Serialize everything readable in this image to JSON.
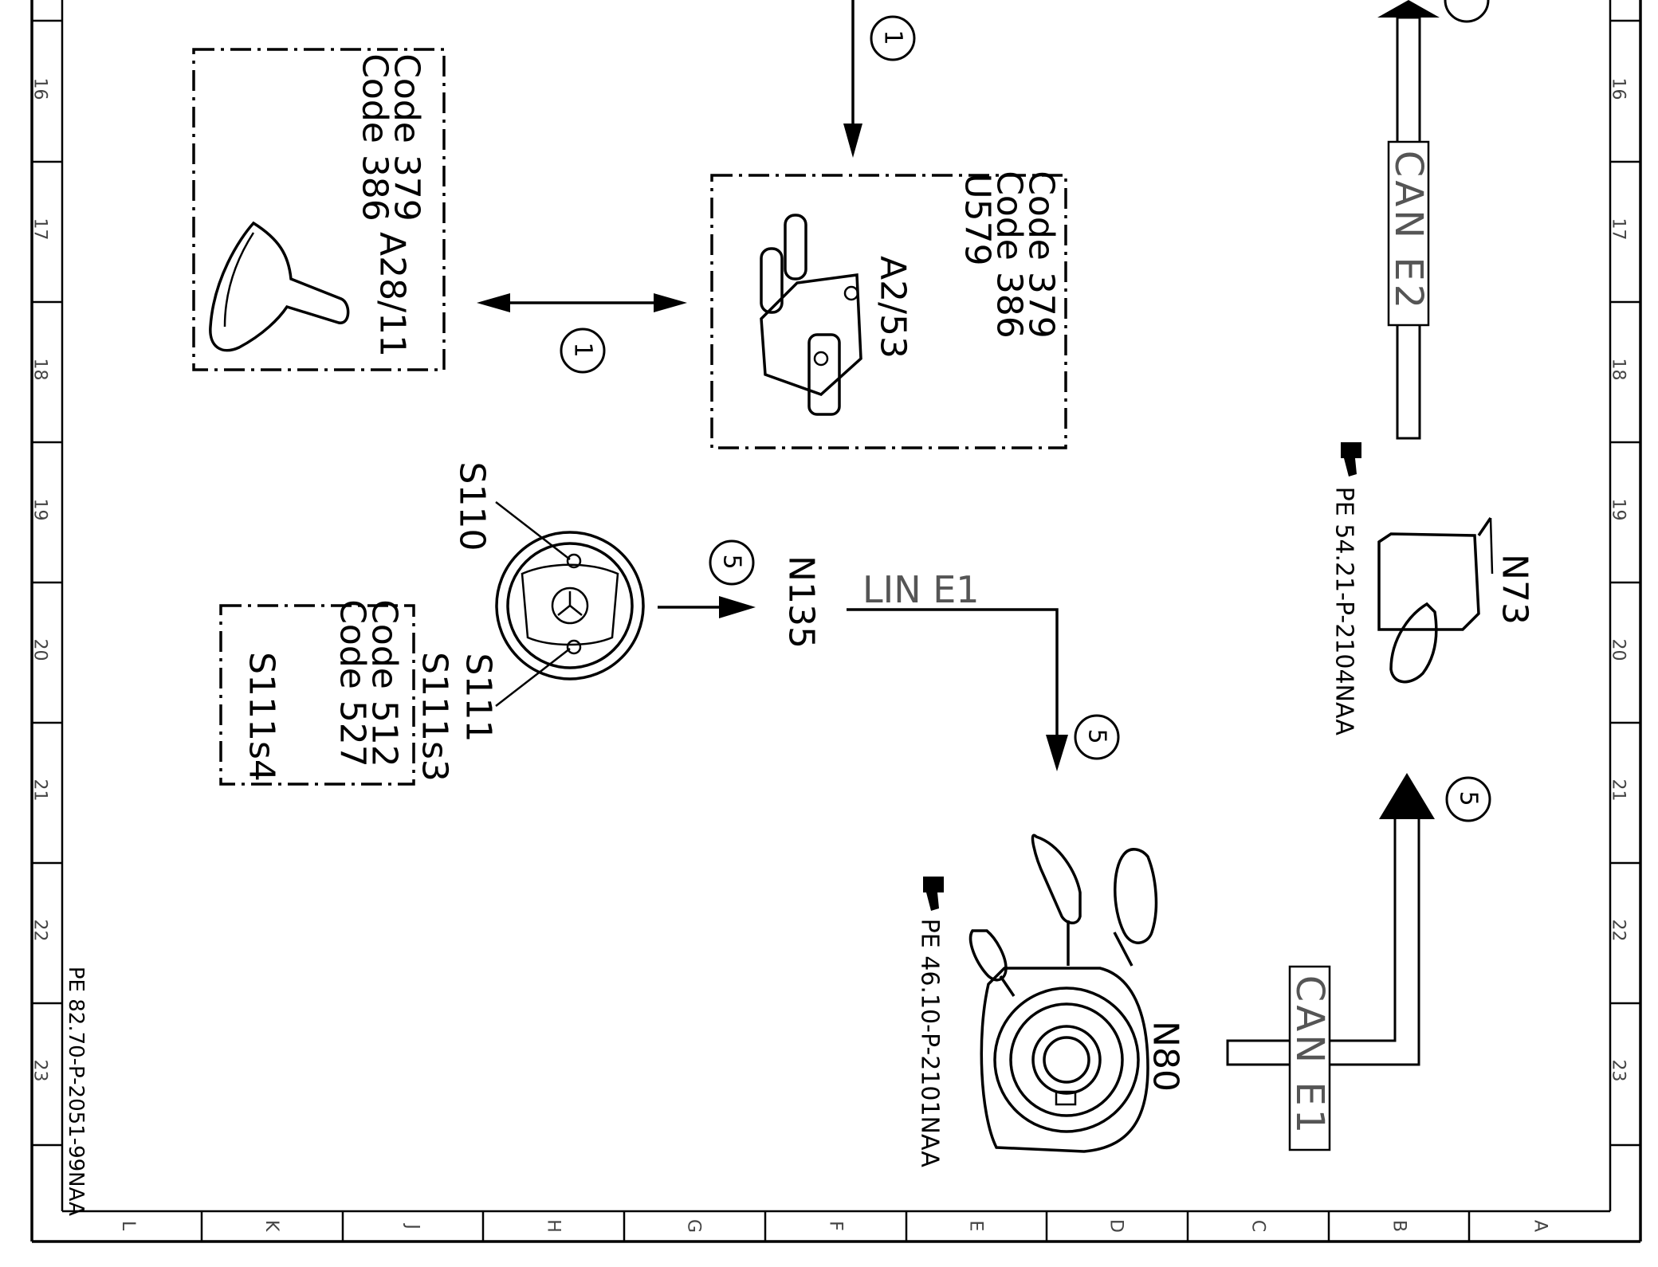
{
  "ruler": {
    "rows": [
      "16",
      "17",
      "18",
      "19",
      "20",
      "21",
      "22",
      "23"
    ],
    "columns": [
      "L",
      "K",
      "J",
      "H",
      "G",
      "F",
      "E",
      "D",
      "C",
      "B",
      "A"
    ]
  },
  "doc_reference": "PE 82.70-P-2051-99NAA",
  "callouts": {
    "top": "1",
    "a28_a2": "1",
    "s110_n135": "5",
    "lin_n80": "5",
    "right": "5"
  },
  "boxes": {
    "a28": {
      "code1": "Code 379",
      "code2": "Code 386",
      "label": "A28/11"
    },
    "a2": {
      "code1": "Code 379",
      "code2": "Code 386",
      "code3": "U579",
      "label": "A2/53"
    },
    "s111": {
      "code1": "Code 512",
      "code2": "Code 527",
      "label1": "S111s3",
      "label2": "S111s4"
    }
  },
  "components": {
    "s110": "S110",
    "s111": "S111",
    "n135": "N135",
    "n80": "N80",
    "n73": "N73"
  },
  "bus": {
    "lin": "LIN E1",
    "can_e2": "CAN E2",
    "can_e1": "CAN E1"
  },
  "refs": {
    "n73": "PE 54.21-P-2104NAA",
    "n80": "PE 46.10-P-2101NAA"
  },
  "icons": [
    "hand-pointer-icon",
    "arrow-icon",
    "callout-circle-icon"
  ]
}
